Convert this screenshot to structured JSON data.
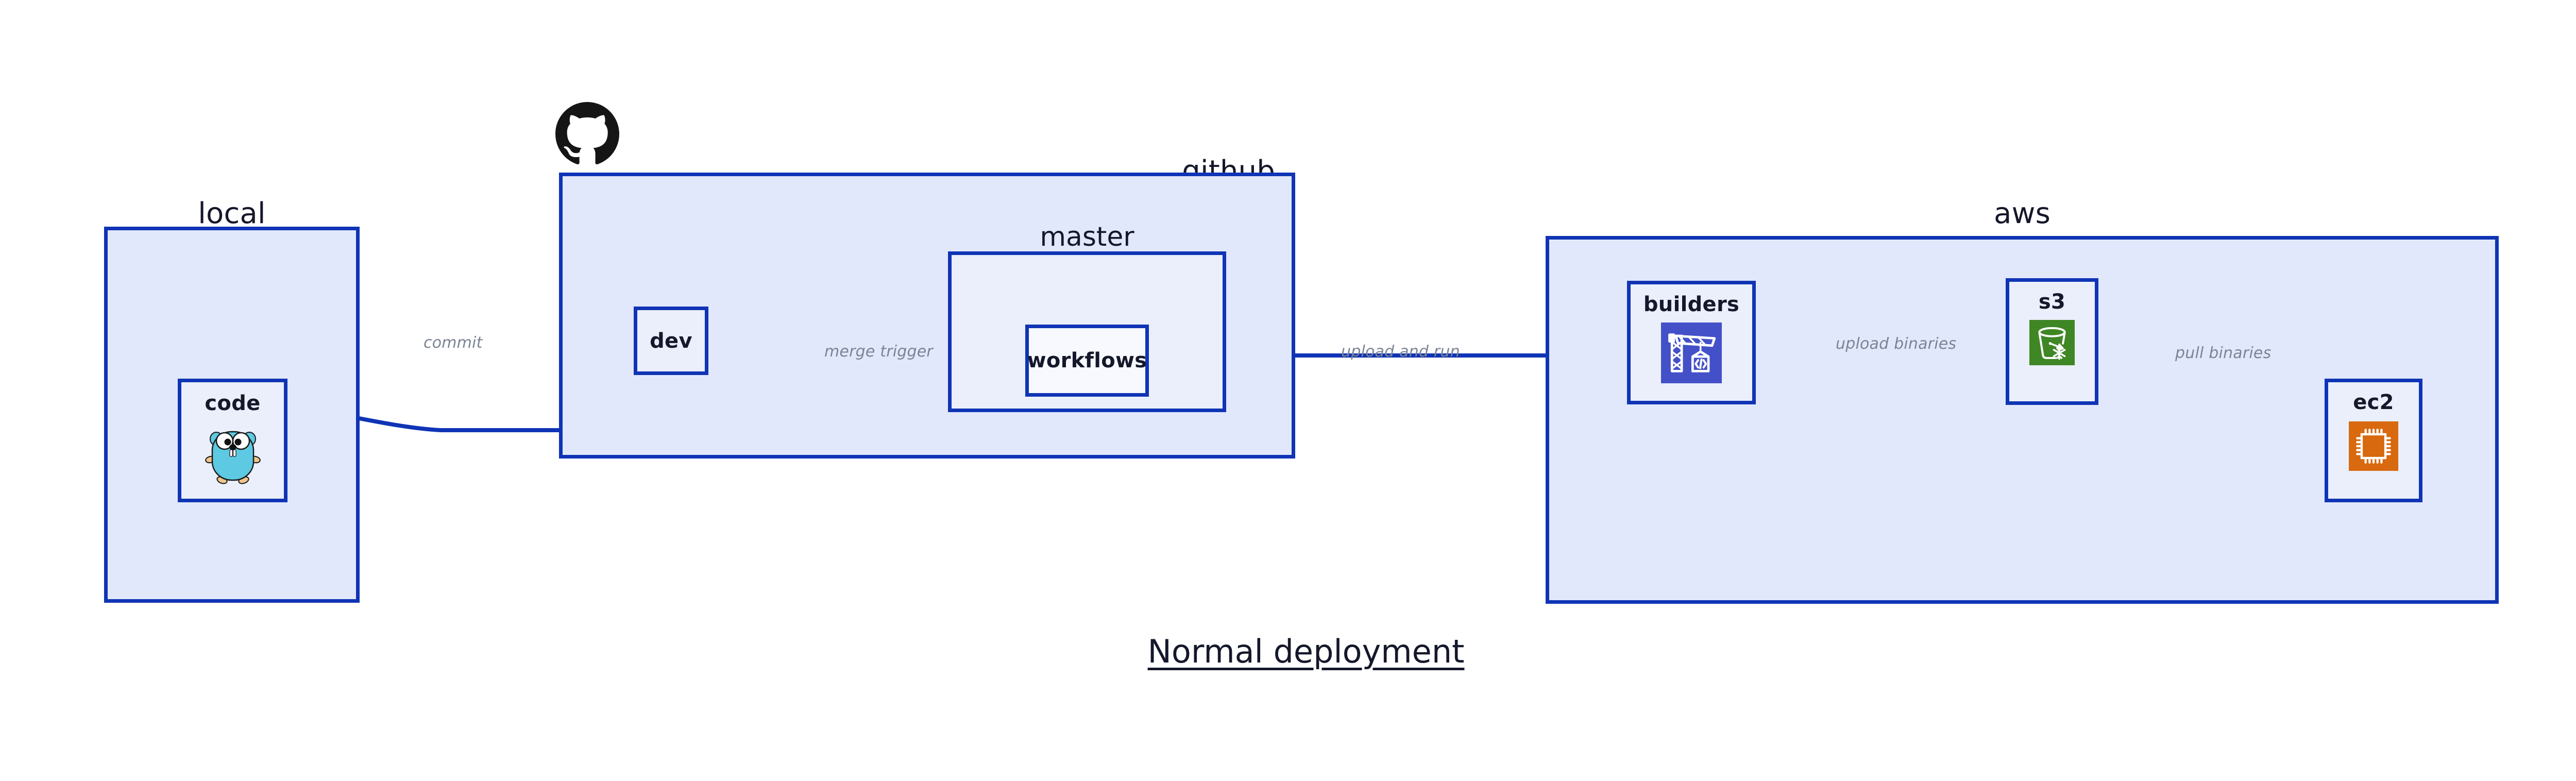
{
  "diagram": {
    "title": "Normal deployment",
    "background_color": "#ffffff",
    "accent_color": "#0F34B5",
    "container_fill": "#E2E8FB",
    "node_fill": "#EAEFFB",
    "edge_label_color": "#7C8494"
  },
  "containers": [
    {
      "id": "local",
      "label": "local",
      "label_align": "center",
      "fill": "#E2E8FB",
      "stroke": "#0F34B5"
    },
    {
      "id": "github",
      "label": "github",
      "label_align": "right",
      "fill": "#E2E8FB",
      "stroke": "#0F34B5",
      "logo_icon": "github-octocat-icon"
    },
    {
      "id": "aws",
      "label": "aws",
      "label_align": "center",
      "fill": "#E2E8FB",
      "stroke": "#0F34B5"
    }
  ],
  "groups": [
    {
      "id": "master",
      "label": "master",
      "parent": "github",
      "fill": "#EAEFFB",
      "stroke": "#0F34B5"
    }
  ],
  "nodes": [
    {
      "id": "code",
      "label": "code",
      "parent": "local",
      "icon": "go-gopher-icon",
      "icon_color": "#5DC9E2",
      "fill": "#EAEFFB"
    },
    {
      "id": "dev",
      "label": "dev",
      "parent": "github",
      "icon": null,
      "fill": "#EAEFFB"
    },
    {
      "id": "workflows",
      "label": "workflows",
      "parent": "master",
      "icon": null,
      "fill": "#F7F9FE"
    },
    {
      "id": "builders",
      "label": "builders",
      "parent": "aws",
      "icon": "aws-codebuild-crane-icon",
      "icon_color": "#4450C8",
      "fill": "#EAEFFB"
    },
    {
      "id": "s3",
      "label": "s3",
      "parent": "aws",
      "icon": "aws-s3-bucket-icon",
      "icon_color": "#3F8624",
      "fill": "#EAEFFB"
    },
    {
      "id": "ec2",
      "label": "ec2",
      "parent": "aws",
      "icon": "aws-ec2-chip-icon",
      "icon_color": "#D8690F",
      "fill": "#EAEFFB"
    }
  ],
  "edges": [
    {
      "id": "code-to-dev",
      "from": "code",
      "to": "dev",
      "label": "commit"
    },
    {
      "id": "dev-to-workflows",
      "from": "dev",
      "to": "workflows",
      "label": "merge trigger"
    },
    {
      "id": "workflows-to-builders",
      "from": "workflows",
      "to": "builders",
      "label": "upload and run"
    },
    {
      "id": "builders-to-s3",
      "from": "builders",
      "to": "s3",
      "label": "upload binaries"
    },
    {
      "id": "s3-to-ec2",
      "from": "s3",
      "to": "ec2",
      "label": "pull binaries"
    }
  ]
}
